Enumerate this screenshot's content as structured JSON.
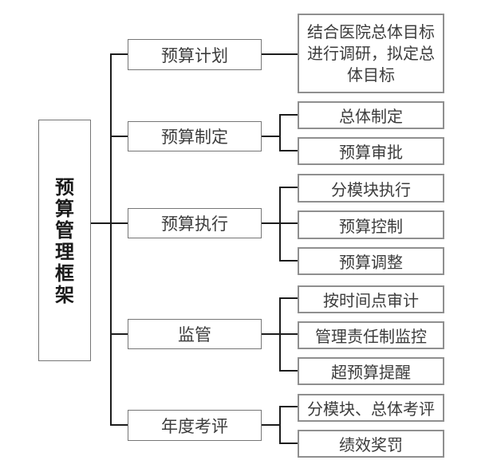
{
  "diagram_title": "预算管理框架",
  "colors": {
    "bg": "#ffffff",
    "line": "#1c1c1c",
    "boxBorder": "#767676",
    "leafBorder": "#8f8f8f",
    "text": "#3c3c3c",
    "textStrong": "#1a1a1a"
  },
  "root": {
    "label": "预算管理框架"
  },
  "branches": [
    {
      "label": "预算计划",
      "children": [
        {
          "label": "结合医院总体目标进行调研，拟定总体目标"
        }
      ]
    },
    {
      "label": "预算制定",
      "children": [
        {
          "label": "总体制定"
        },
        {
          "label": "预算审批"
        }
      ]
    },
    {
      "label": "预算执行",
      "children": [
        {
          "label": "分模块执行"
        },
        {
          "label": "预算控制"
        },
        {
          "label": "预算调整"
        }
      ]
    },
    {
      "label": "监管",
      "children": [
        {
          "label": "按时间点审计"
        },
        {
          "label": "管理责任制监控"
        },
        {
          "label": "超预算提醒"
        }
      ]
    },
    {
      "label": "年度考评",
      "children": [
        {
          "label": "分模块、总体考评"
        },
        {
          "label": "绩效奖罚"
        }
      ]
    }
  ]
}
